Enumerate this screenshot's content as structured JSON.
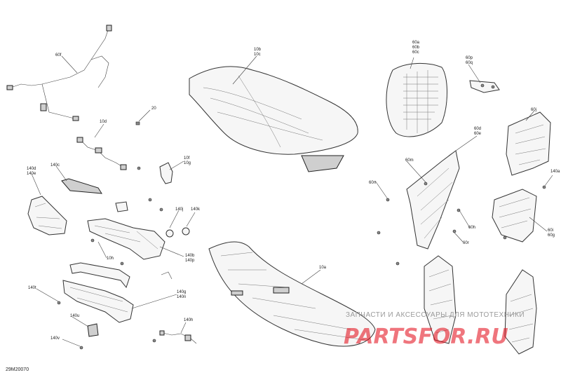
{
  "figure_id": "29M20070",
  "watermark": {
    "tagline": "ЗАПЧАСТИ И АКСЕССУАРЫ ДЛЯ МОТОТЕХНИКИ",
    "brand": "PARTSFOR.RU"
  },
  "callouts": {
    "c60f": "60f",
    "c10d": "10d",
    "c20": "20",
    "c10b": "10b",
    "c10c": "10c",
    "c60a": "60a",
    "c60b": "60b",
    "c60c": "60c",
    "c60p": "60p",
    "c60q": "60q",
    "c60j": "60j",
    "c60d": "60d",
    "c60e": "60e",
    "c60m": "60m",
    "c60n": "60n",
    "c140a": "140a",
    "c60i": "60i",
    "c60g": "60g",
    "c60h": "60h",
    "c60r": "60r",
    "c10f": "10f",
    "c10g": "10g",
    "c140c": "140c",
    "c140d": "140d",
    "c140e": "140e",
    "c140j": "140j",
    "c140k": "140k",
    "c10h": "10h",
    "c140b": "140b",
    "c140p": "140p",
    "c140t": "140t",
    "c140g": "140g",
    "c140n": "140n",
    "c140u": "140u",
    "c140v": "140v",
    "c140h": "140h",
    "c10a": "10a"
  }
}
